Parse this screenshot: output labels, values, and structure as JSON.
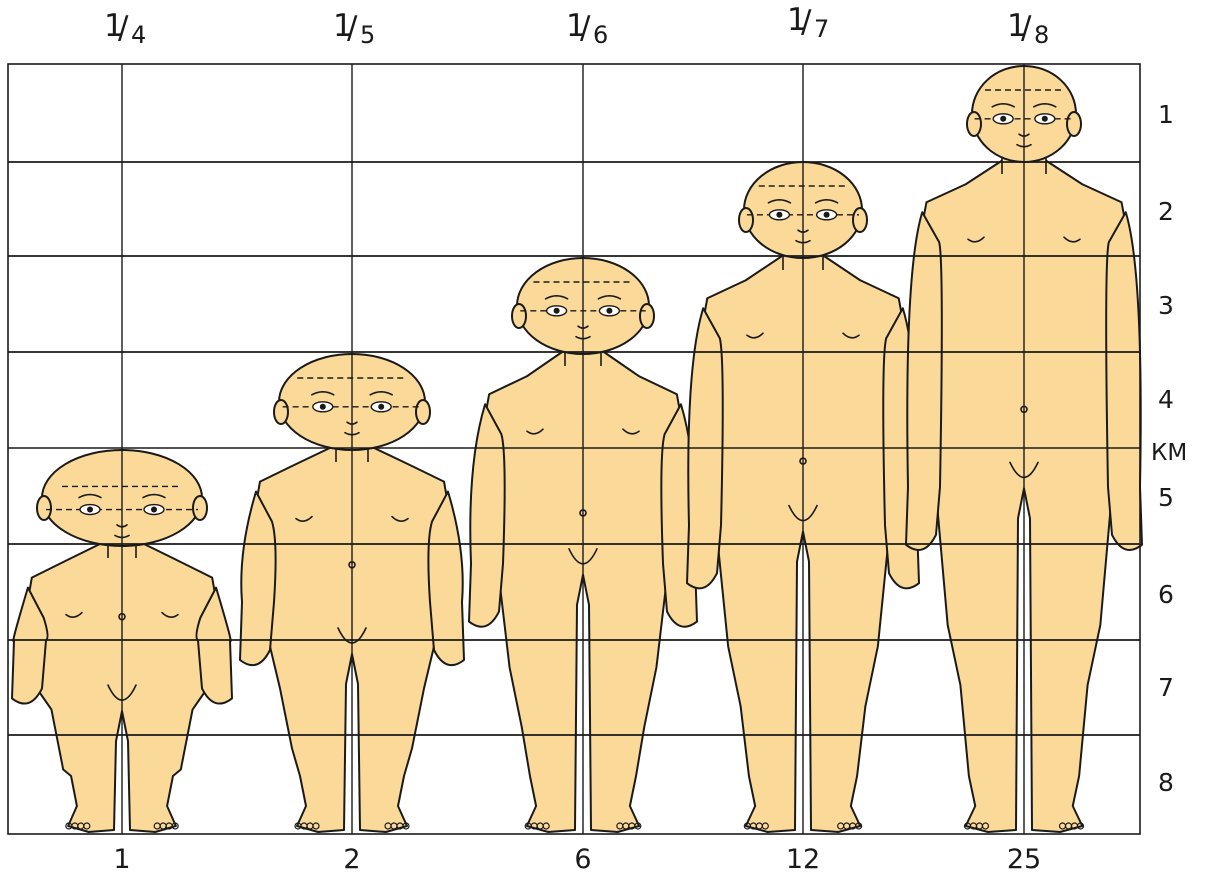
{
  "title": "",
  "colors": {
    "skin": "#fbd998",
    "line": "#1a1a1a",
    "background": "#ffffff"
  },
  "figures": [
    {
      "ratio": {
        "numerator": "1",
        "denominator": "4"
      },
      "age": "1",
      "head_units": 4
    },
    {
      "ratio": {
        "numerator": "1",
        "denominator": "5"
      },
      "age": "2",
      "head_units": 5
    },
    {
      "ratio": {
        "numerator": "1",
        "denominator": "6"
      },
      "age": "6",
      "head_units": 6
    },
    {
      "ratio": {
        "numerator": "1",
        "denominator": "7"
      },
      "age": "12",
      "head_units": 7
    },
    {
      "ratio": {
        "numerator": "1",
        "denominator": "8"
      },
      "age": "25",
      "head_units": 8
    }
  ],
  "rows": [
    "1",
    "2",
    "3",
    "4",
    "5",
    "6",
    "7",
    "8"
  ],
  "midline_label": "КМ"
}
